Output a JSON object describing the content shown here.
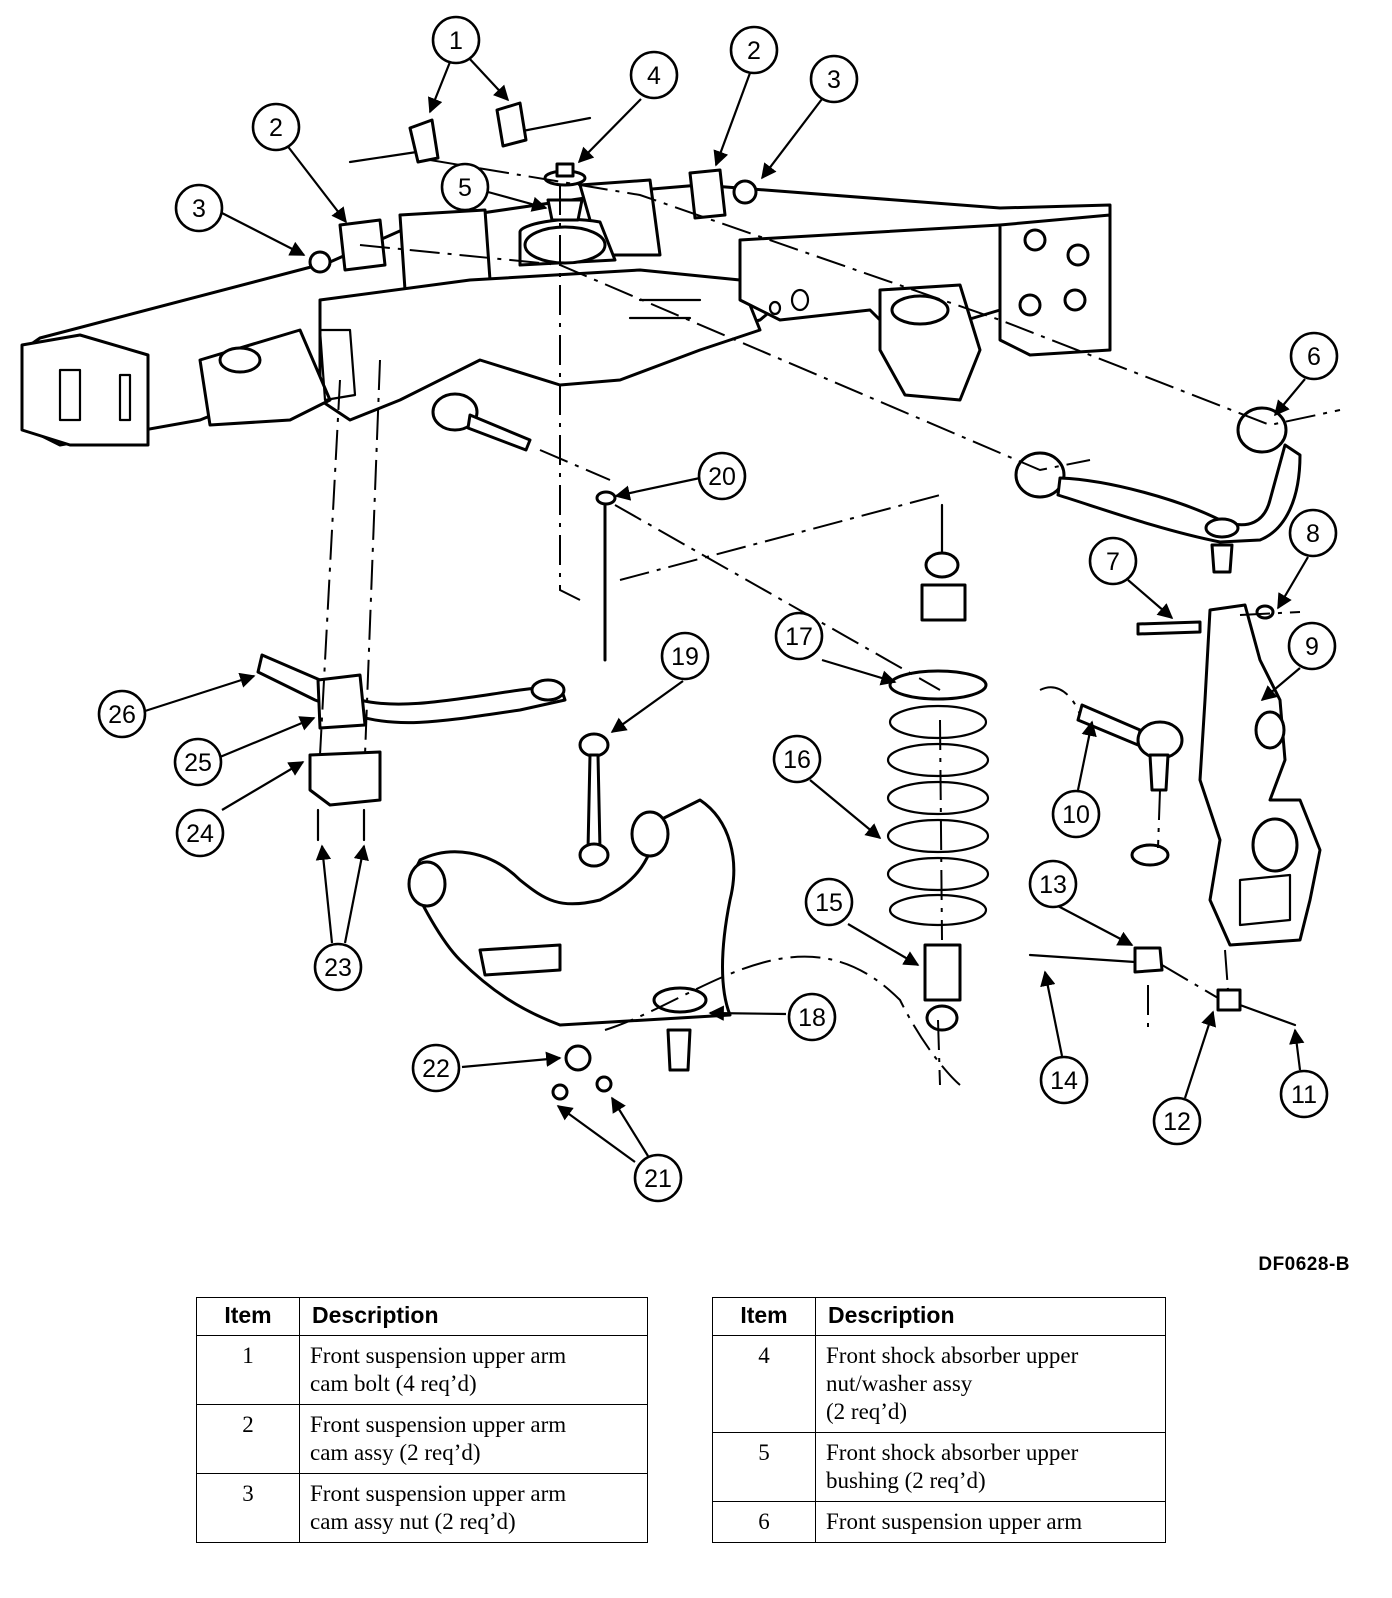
{
  "figure": {
    "code": "DF0628-B",
    "callouts": [
      "1",
      "1",
      "2",
      "2",
      "3",
      "3",
      "4",
      "5",
      "6",
      "7",
      "8",
      "9",
      "10",
      "11",
      "12",
      "13",
      "14",
      "15",
      "16",
      "17",
      "18",
      "19",
      "20",
      "21",
      "22",
      "23",
      "24",
      "25",
      "26"
    ]
  },
  "tables": {
    "left": {
      "header_item": "Item",
      "header_description": "Description",
      "rows": [
        {
          "item": "1",
          "description": "Front suspension upper arm\ncam bolt (4 req’d)"
        },
        {
          "item": "2",
          "description": "Front suspension upper arm\ncam assy (2 req’d)"
        },
        {
          "item": "3",
          "description": "Front suspension upper arm\ncam assy nut (2 req’d)"
        }
      ]
    },
    "right": {
      "header_item": "Item",
      "header_description": "Description",
      "rows": [
        {
          "item": "4",
          "description": "Front shock absorber upper\nnut/washer assy\n (2 req’d)"
        },
        {
          "item": "5",
          "description": "Front shock absorber upper\nbushing (2 req’d)"
        },
        {
          "item": "6",
          "description": "Front suspension upper arm"
        }
      ]
    }
  }
}
